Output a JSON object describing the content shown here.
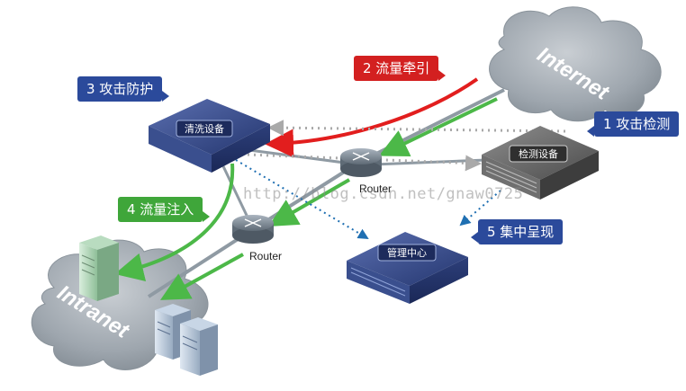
{
  "clouds": {
    "internet": "Internet",
    "intranet": "Intranet"
  },
  "devices": {
    "cleaning": "清洗设备",
    "detection": "检测设备",
    "management": "管理中心"
  },
  "routers": {
    "center": "Router",
    "left": "Router"
  },
  "callouts": {
    "step1": "1 攻击检测",
    "step2": "2 流量牵引",
    "step3": "3 攻击防护",
    "step4": "4 流量注入",
    "step5": "5 集中呈现"
  },
  "watermark": "http://blog.csdn.net/gnaw0725",
  "colors": {
    "callout_blue": "#2b4a9b",
    "callout_red": "#d32020",
    "callout_green": "#3fa63a",
    "arrow_green": "#4cb848",
    "arrow_red": "#e21e1e",
    "dotted_gray": "#a9a9a9",
    "dotted_blue": "#1f6fb2",
    "cloud": "#9aa3ab"
  }
}
